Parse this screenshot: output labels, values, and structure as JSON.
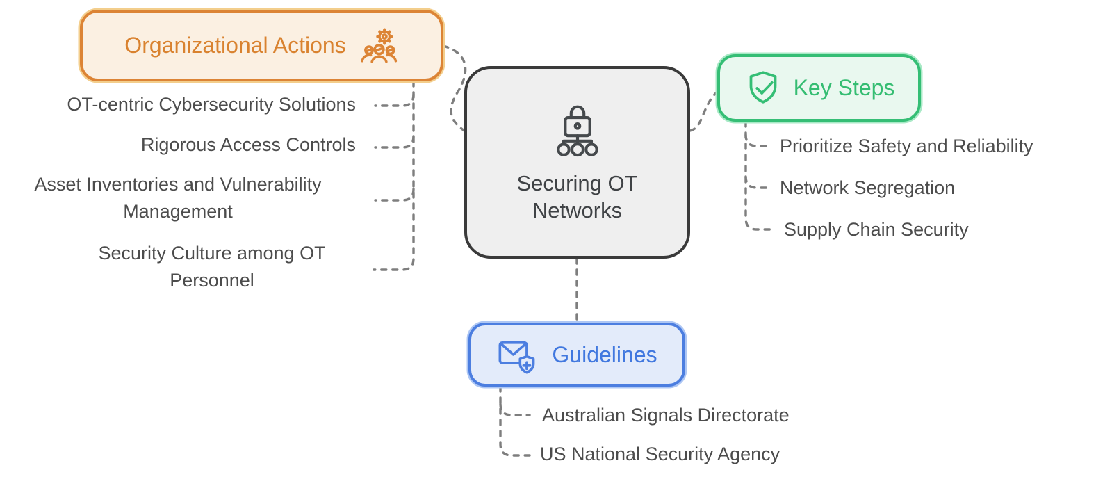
{
  "center": {
    "label": "Securing OT Networks",
    "icon": "lock-network-icon",
    "border_color": "#3A3A3A",
    "bg_color": "#EFEFEF",
    "text_color": "#3F4245"
  },
  "branches": [
    {
      "id": "organizational-actions",
      "label": "Organizational Actions",
      "icon": "gear-team-icon",
      "accent_color": "#DC8435",
      "bg_color": "#FBF0E2",
      "items": [
        "OT-centric Cybersecurity Solutions",
        "Rigorous Access Controls",
        "Asset Inventories and Vulnerability Management",
        "Security Culture among OT Personnel"
      ]
    },
    {
      "id": "key-steps",
      "label": "Key Steps",
      "icon": "shield-check-icon",
      "accent_color": "#35BE75",
      "bg_color": "#E9F8EF",
      "items": [
        "Prioritize Safety and Reliability",
        "Network Segregation",
        "Supply Chain Security"
      ]
    },
    {
      "id": "guidelines",
      "label": "Guidelines",
      "icon": "mail-shield-plus-icon",
      "accent_color": "#4C7EE0",
      "bg_color": "#E3EBFA",
      "items": [
        "Australian Signals Directorate",
        "US National Security Agency"
      ]
    }
  ],
  "style": {
    "connector_color": "#7E7E7E",
    "item_text_color": "#4C4C4C",
    "background": "#FFFFFF"
  }
}
